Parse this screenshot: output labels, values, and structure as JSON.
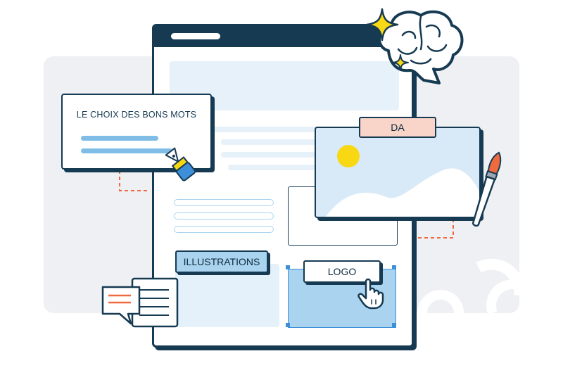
{
  "cards": {
    "words_title": "LE CHOIX DES BONS MOTS",
    "da_label": "DA",
    "illustrations_label": "ILLUSTRATIONS",
    "logo_label": "LOGO"
  },
  "colors": {
    "navy": "#163a52",
    "panel_gray": "#eef0f3",
    "light_blue": "#e4f1fb",
    "mid_blue": "#a9d3ee",
    "bar_blue": "#7fbde6",
    "sun_yellow": "#f7d813",
    "peach": "#f9d4c9",
    "orange": "#ef6a3e",
    "pen_blue": "#3d8fd9"
  },
  "icons": [
    "sparkle-icon",
    "brain-icon",
    "fountain-pen-icon",
    "paintbrush-icon",
    "chat-bubbles-icon",
    "hand-cursor-icon",
    "sun-icon"
  ]
}
